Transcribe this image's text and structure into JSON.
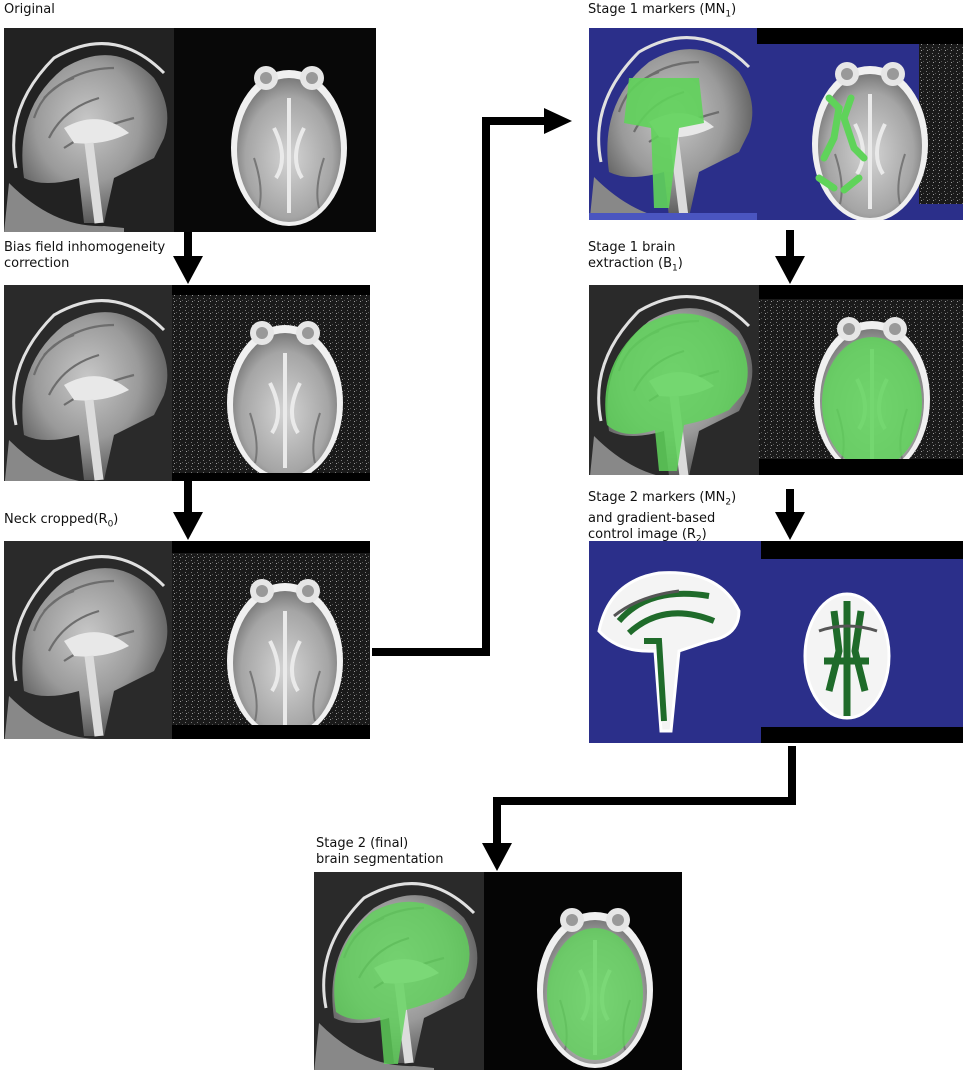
{
  "stages": {
    "original": {
      "label": "Original"
    },
    "bias": {
      "label_line1": "Bias field inhomogeneity",
      "label_line2": "correction"
    },
    "neck": {
      "label": "Neck cropped(R",
      "sub": "0",
      "close": ")"
    },
    "stage1_markers": {
      "label": "Stage 1 markers (MN",
      "sub": "1",
      "close": ")"
    },
    "stage1_brain": {
      "label_line1": "Stage 1 brain",
      "label_line2": "extraction (B",
      "sub": "1",
      "close": ")"
    },
    "stage2_markers": {
      "label_line1": "Stage 2 markers (MN",
      "sub1": "2",
      "close1": ")",
      "label_line2": "and gradient-based",
      "label_line3": "control image (R",
      "sub3": "2",
      "close3": ")"
    },
    "final": {
      "label_line1": "Stage 2 (final)",
      "label_line2": "brain segmentation"
    }
  },
  "colors": {
    "overlay_green": "#5fd35a",
    "marker_blue": "#2b2f8a",
    "dark_green": "#1f6b2a",
    "arrow": "#000000"
  }
}
